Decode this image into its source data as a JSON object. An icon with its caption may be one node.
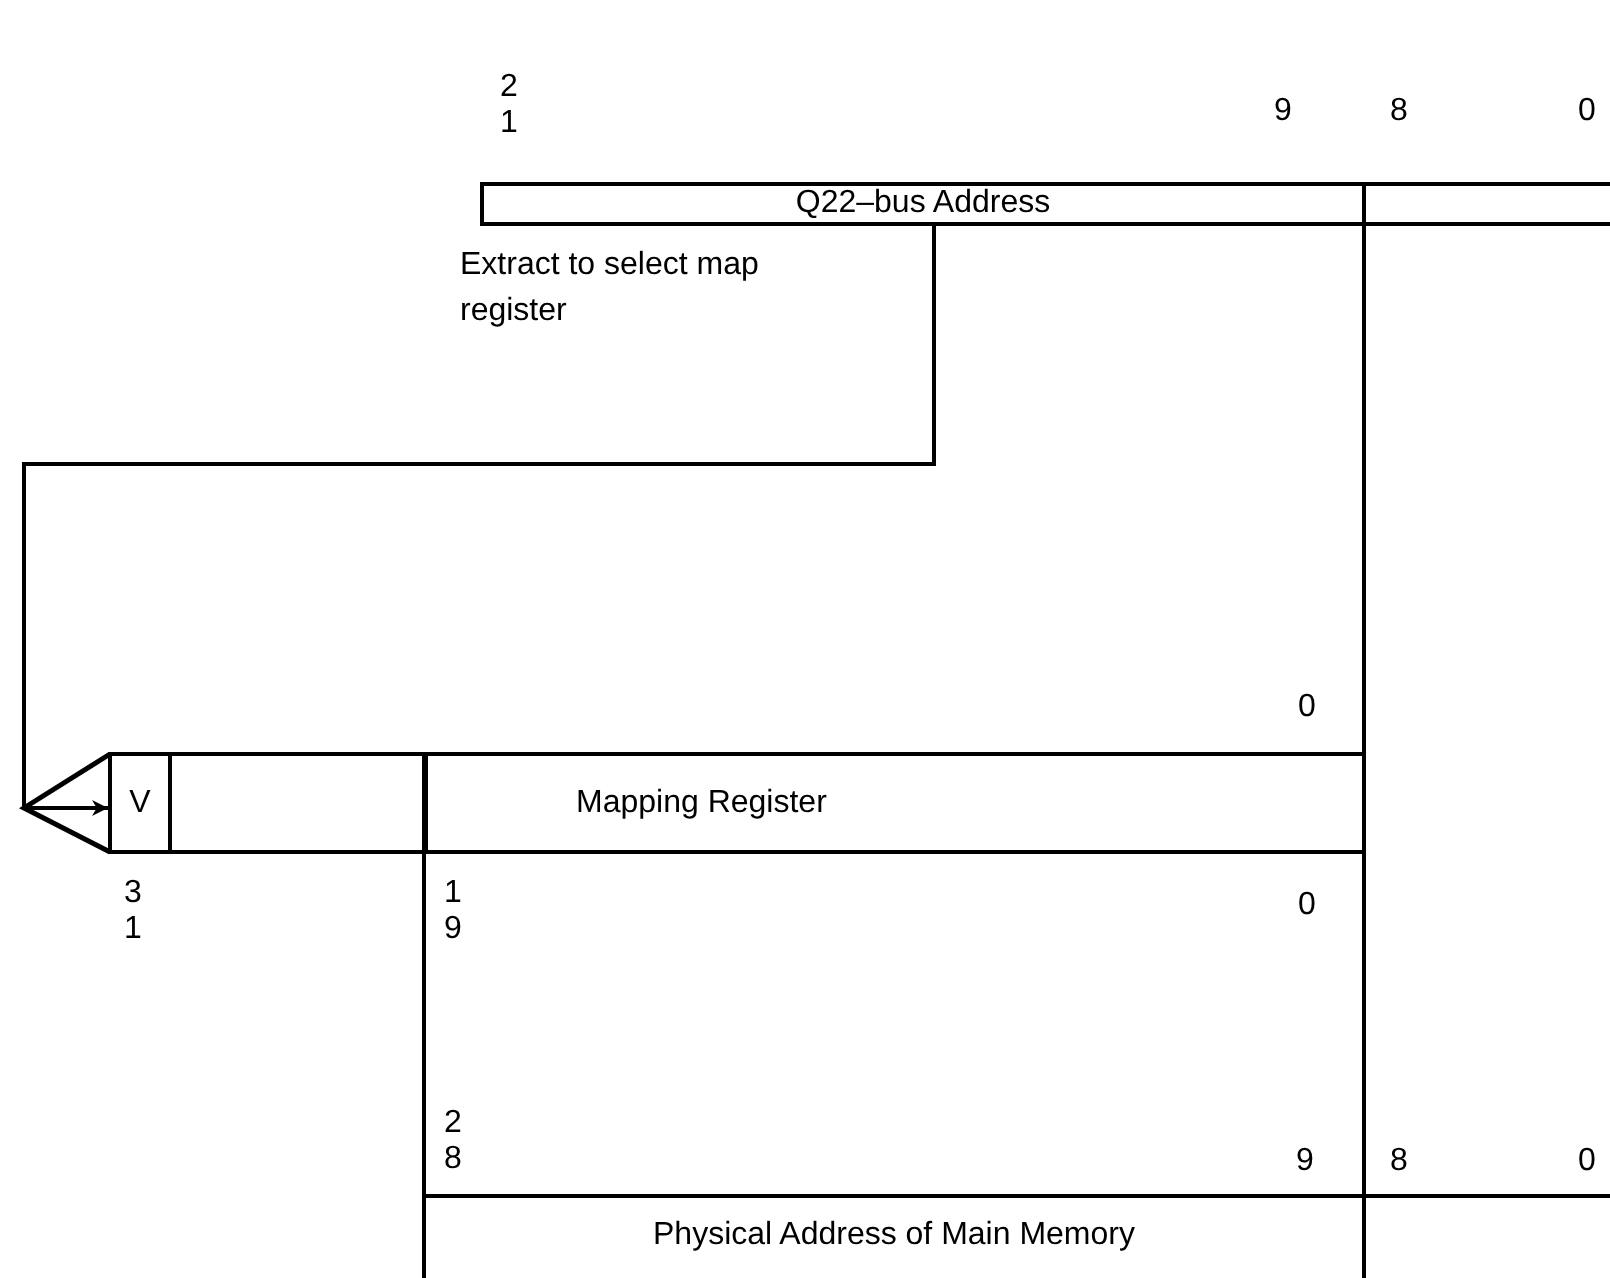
{
  "diagram": {
    "nodes": [
      {
        "text": [
          "Q22–bus Address"
        ]
      },
      {
        "text": [],
        "shape": "box"
      },
      {
        "text": [
          "V"
        ]
      },
      {
        "text": [],
        "shape": "box"
      },
      {
        "text": [
          "Mapping Register"
        ]
      },
      {
        "text": [
          "Physical Address of Main Memory"
        ]
      },
      {
        "text": [],
        "shape": "box"
      }
    ],
    "edges": [
      {
        "from": 0,
        "to": 2,
        "arrow": "to",
        "label": "Extract to select map register"
      },
      {
        "from": 1,
        "to": 6,
        "arrow": "none"
      },
      {
        "from": 4,
        "to": 5,
        "arrow": "none"
      }
    ],
    "labels": [
      "21",
      "9",
      "8",
      "0",
      "0",
      "31",
      "19",
      "0",
      "28",
      "9",
      "8",
      "0"
    ]
  }
}
